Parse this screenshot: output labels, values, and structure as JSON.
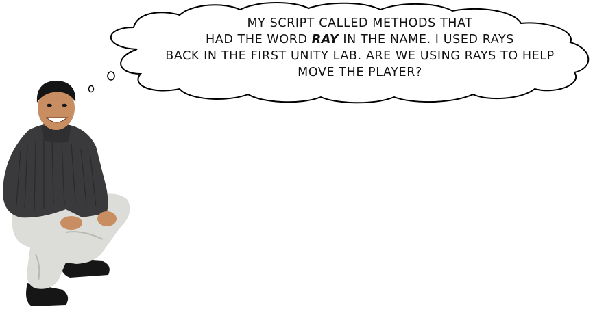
{
  "bubble": {
    "line1": "My script called methods that",
    "line2_before": "had the word",
    "line2_emphasis": "Ray",
    "line2_after": "in the name. I used rays",
    "line3": "back in the first Unity Lab. Are we using rays to help",
    "line4": "move the player?"
  },
  "colors": {
    "outline": "#000000",
    "bubble_fill": "#ffffff",
    "sweater": "#3a3a3c",
    "pants": "#d9d9d6",
    "skin": "#c98d62",
    "hair": "#151515",
    "shoes": "#161616"
  }
}
